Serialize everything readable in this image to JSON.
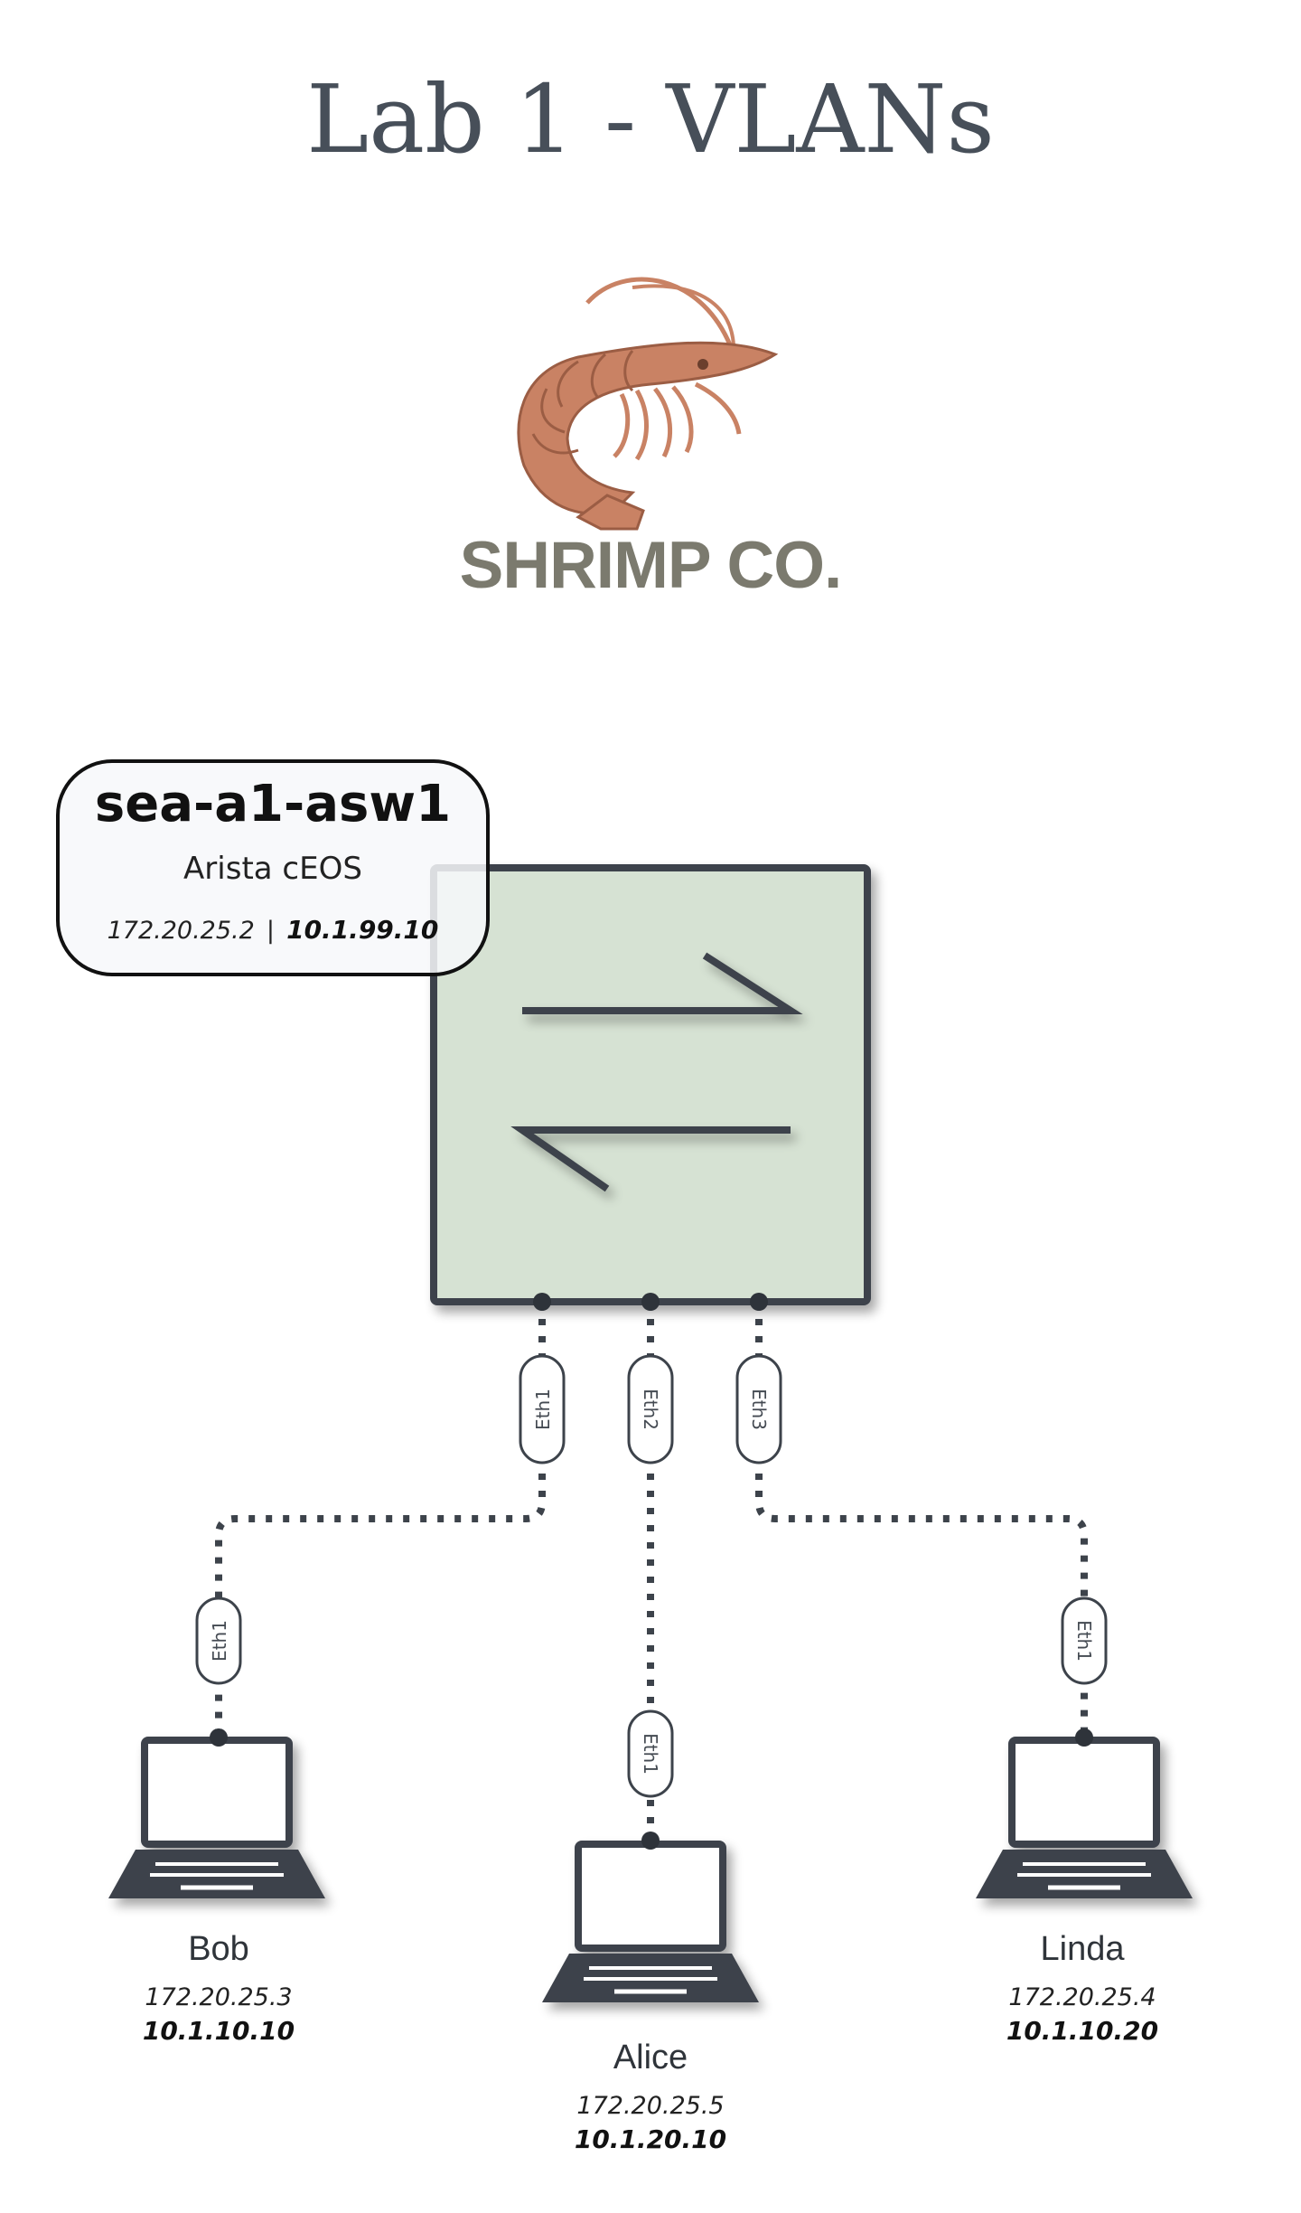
{
  "title": "Lab 1 - VLANs",
  "brand": {
    "name": "SHRIMP CO.",
    "logo_icon": "shrimp-icon",
    "logo_color": "#c98264"
  },
  "switch": {
    "name": "sea-a1-asw1",
    "model": "Arista cEOS",
    "mgmt_ip": "172.20.25.2",
    "separator": "|",
    "vlan_ip": "10.1.99.10",
    "body_color": "#d6e2d3",
    "icon": "switch-icon"
  },
  "links": [
    {
      "switch_port": "Eth1",
      "host_port": "Eth1",
      "host": "Bob"
    },
    {
      "switch_port": "Eth2",
      "host_port": "Eth1",
      "host": "Alice"
    },
    {
      "switch_port": "Eth3",
      "host_port": "Eth1",
      "host": "Linda"
    }
  ],
  "hosts": [
    {
      "name": "Bob",
      "mgmt_ip": "172.20.25.3",
      "vlan_ip": "10.1.10.10",
      "icon": "laptop-icon"
    },
    {
      "name": "Alice",
      "mgmt_ip": "172.20.25.5",
      "vlan_ip": "10.1.20.10",
      "icon": "laptop-icon"
    },
    {
      "name": "Linda",
      "mgmt_ip": "172.20.25.4",
      "vlan_ip": "10.1.10.20",
      "icon": "laptop-icon"
    }
  ]
}
